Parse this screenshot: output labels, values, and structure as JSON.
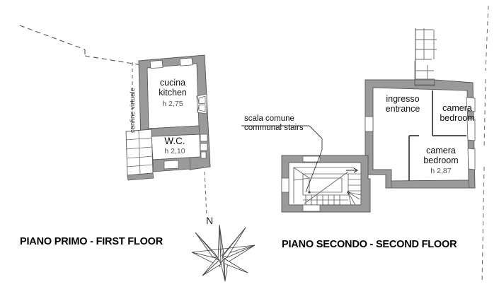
{
  "document": {
    "type": "architectural-floor-plan",
    "language": "it-en",
    "background_color": "#ffffff",
    "wall_fill_color": "#9a9a9a",
    "wall_stroke_color": "#555555",
    "line_color": "#3a3a3a",
    "text_color": "#111111",
    "muted_text_color": "#555555"
  },
  "first_floor": {
    "title": "PIANO PRIMO - FIRST FLOOR",
    "boundary_label": "confine virtuale",
    "rooms": [
      {
        "name_it": "cucina",
        "name_en": "kitchen",
        "height_label": "h 2,75"
      },
      {
        "name_it": "W.C.",
        "name_en": "",
        "height_label": "h 2,10"
      }
    ]
  },
  "second_floor": {
    "title": "PIANO SECONDO - SECOND FLOOR",
    "callout": {
      "label_it": "scala comune",
      "label_en": "communal stairs"
    },
    "rooms": [
      {
        "name_it": "ingresso",
        "name_en": "entrance",
        "height_label": ""
      },
      {
        "name_it": "camera",
        "name_en": "bedroom",
        "height_label": ""
      },
      {
        "name_it": "camera",
        "name_en": "bedroom",
        "height_label": "h 2,87"
      }
    ]
  },
  "compass": {
    "north_label": "N"
  }
}
